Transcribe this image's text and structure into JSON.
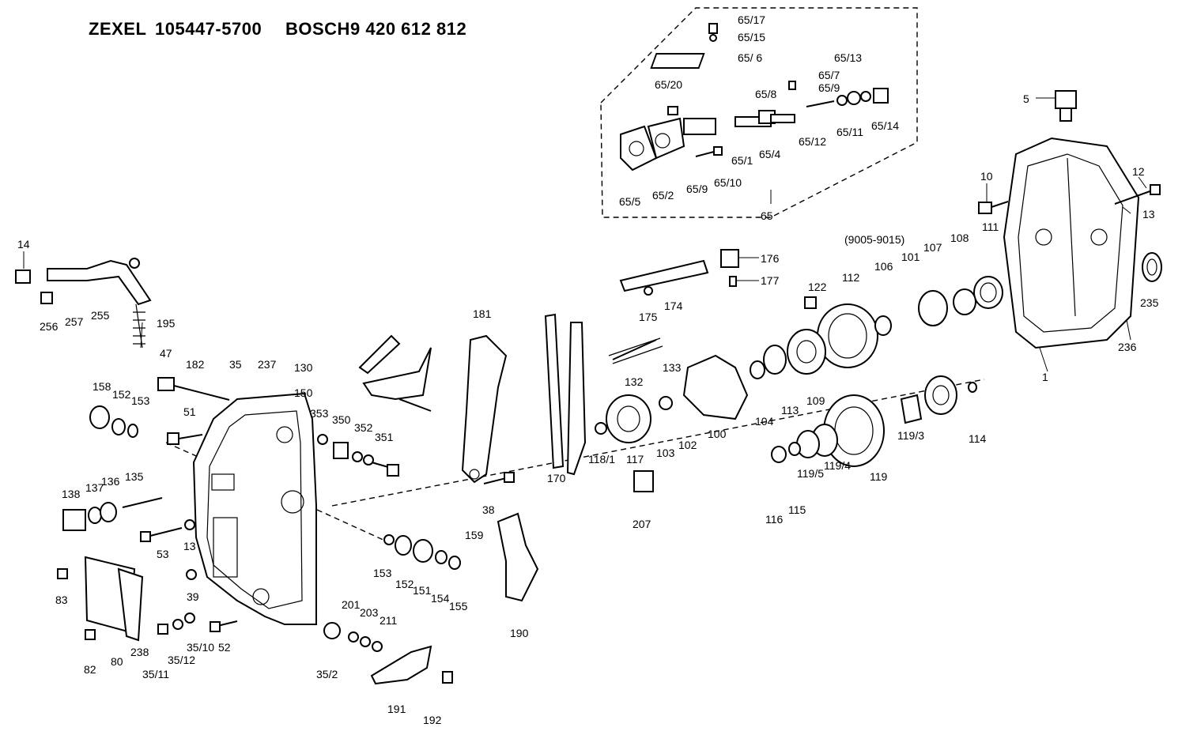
{
  "header": {
    "brand1": "ZEXEL",
    "number1": "105447-5700",
    "brand2": "BOSCH",
    "number2": "9 420 612 812"
  },
  "labels": {
    "l65_17": "65/17",
    "l65_15": "65/15",
    "l65_6": "65/ 6",
    "l65_13": "65/13",
    "l65_7": "65/7",
    "l65_9a": "65/9",
    "l65_20": "65/20",
    "l65_8": "65/8",
    "l65_12": "65/12",
    "l65_11": "65/11",
    "l65_14": "65/14",
    "l65_1": "65/1",
    "l65_4": "65/4",
    "l65_5": "65/5",
    "l65_2": "65/2",
    "l65_9b": "65/9",
    "l65_10": "65/10",
    "l65": "65",
    "l5": "5",
    "l10": "10",
    "l12": "12",
    "l13a": "13",
    "l1": "1",
    "l235": "235",
    "l236": "236",
    "l9005": "(9005-9015)",
    "l122": "122",
    "l112": "112",
    "l106": "106",
    "l101": "101",
    "l107": "107",
    "l108": "108",
    "l111": "111",
    "l176": "176",
    "l177": "177",
    "l174": "174",
    "l175": "175",
    "l14": "14",
    "l256": "256",
    "l257": "257",
    "l255": "255",
    "l195": "195",
    "l181": "181",
    "l130": "130",
    "l150": "150",
    "l132": "132",
    "l133": "133",
    "l47": "47",
    "l182": "182",
    "l35": "35",
    "l237": "237",
    "l158": "158",
    "l152a": "152",
    "l153a": "153",
    "l51": "51",
    "l353": "353",
    "l350": "350",
    "l352": "352",
    "l351": "351",
    "l118_1": "118/1",
    "l117": "117",
    "l103": "103",
    "l102": "102",
    "l100": "100",
    "l104": "104",
    "l113": "113",
    "l109": "109",
    "l119_3": "119/3",
    "l114": "114",
    "l138": "138",
    "l137": "137",
    "l136": "136",
    "l135": "135",
    "l53": "53",
    "l13b": "13",
    "l38": "38",
    "l170": "170",
    "l207": "207",
    "l119_5": "119/5",
    "l119_4": "119/4",
    "l119": "119",
    "l116": "116",
    "l115": "115",
    "l159": "159",
    "l153b": "153",
    "l152b": "152",
    "l151": "151",
    "l154": "154",
    "l155": "155",
    "l190": "190",
    "l83": "83",
    "l39": "39",
    "l35_10": "35/10",
    "l52": "52",
    "l82": "82",
    "l80": "80",
    "l238": "238",
    "l35_11": "35/11",
    "l35_12": "35/12",
    "l201": "201",
    "l203": "203",
    "l211": "211",
    "l35_2": "35/2",
    "l191": "191",
    "l192": "192"
  }
}
